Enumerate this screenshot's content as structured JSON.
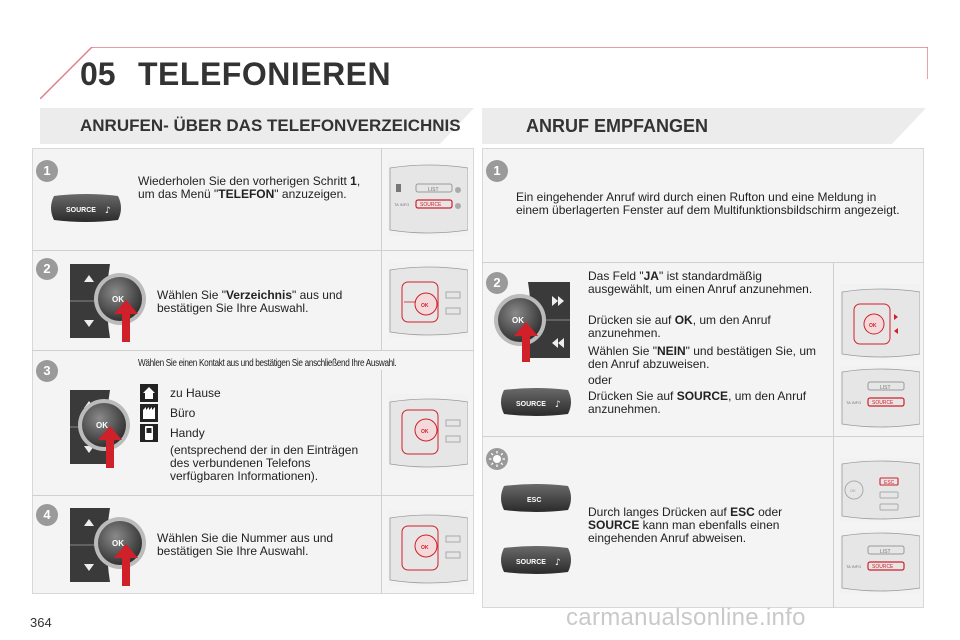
{
  "page": {
    "chapter_number": "05",
    "chapter_title": "TELEFONIEREN",
    "page_number": "364",
    "watermark": "carmanualsonline.info"
  },
  "left": {
    "title": "ANRUFEN- ÜBER DAS TELEFONVERZEICHNIS",
    "steps": [
      {
        "num": "1",
        "text_pre": "Wiederholen Sie den vorherigen Schritt ",
        "bold1": "1",
        "text_mid": ", um das Menü \"",
        "bold2": "TELEFON",
        "text_post": "\" anzuzeigen."
      },
      {
        "num": "2",
        "text_pre": "Wählen Sie \"",
        "bold1": "Verzeichnis",
        "text_post": "\" aus und bestätigen Sie Ihre Auswahl."
      },
      {
        "num": "3",
        "note": "Wählen Sie einen Kontakt aus und bestätigen Sie anschließend Ihre Auswahl.",
        "options": [
          "zu Hause",
          "Büro",
          "Handy"
        ],
        "extra": "(entsprechend der in den Einträgen des verbundenen Telefons verfügbaren Informationen)."
      },
      {
        "num": "4",
        "text": "Wählen Sie die Nummer aus und bestätigen Sie Ihre Auswahl."
      }
    ]
  },
  "right": {
    "title": "ANRUF EMPFANGEN",
    "step1": {
      "num": "1",
      "text": "Ein eingehender Anruf wird durch einen Rufton und eine Meldung in einem überlagerten Fenster auf dem Multifunktionsbildschirm angezeigt."
    },
    "step2": {
      "num": "2",
      "p1_pre": "Das Feld \"",
      "p1_b": "JA",
      "p1_post": "\" ist standardmäßig ausgewählt, um einen Anruf anzunehmen.",
      "p2_pre": "Drücken sie auf ",
      "p2_b": "OK",
      "p2_post": ", um den Anruf anzunehmen.",
      "p3_pre": "Wählen Sie \"",
      "p3_b": "NEIN",
      "p3_post": "\" und bestätigen Sie, um den Anruf abzuweisen.",
      "p4": "oder",
      "p5_pre": "Drücken Sie auf ",
      "p5_b": "SOURCE",
      "p5_post": ", um den Anruf anzunehmen."
    },
    "tip": {
      "pre": "Durch langes Drücken auf ",
      "b1": "ESC",
      "mid": " oder ",
      "b2": "SOURCE",
      "post": " kann man ebenfalls einen eingehenden Anruf abweisen."
    }
  },
  "labels": {
    "ok": "OK",
    "source": "SOURCE",
    "esc": "ESC",
    "list": "LIST",
    "ta_info": "TA INFO"
  },
  "colors": {
    "badge": "#9a9a9a",
    "accent": "#d0202a",
    "button_dark": "#3a3a3a"
  }
}
